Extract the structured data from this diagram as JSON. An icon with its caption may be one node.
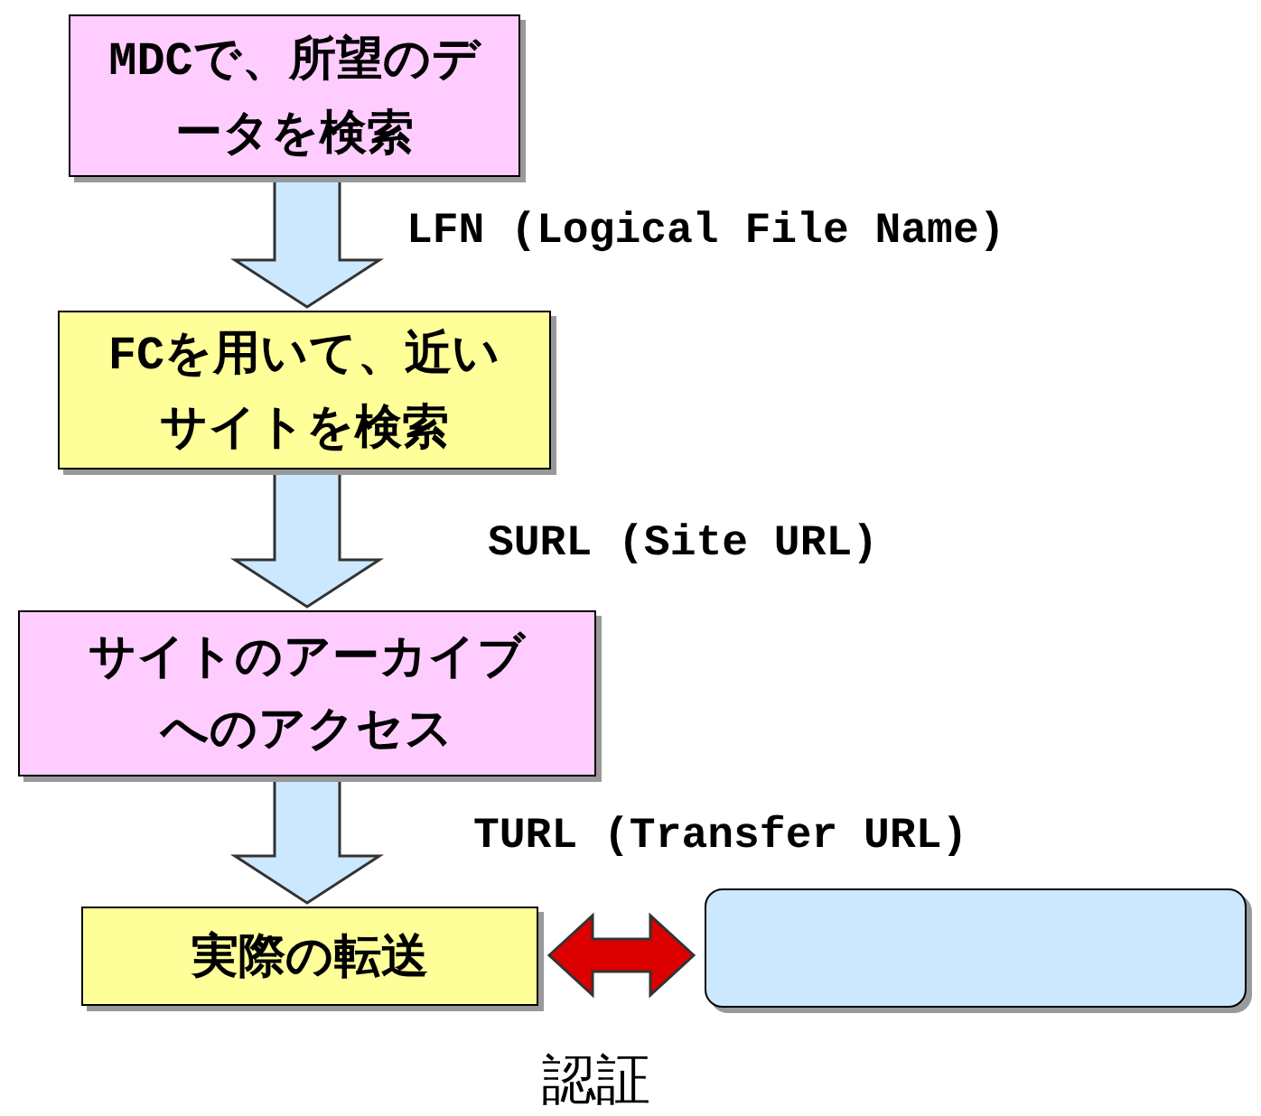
{
  "diagram": {
    "nodes": [
      {
        "text": [
          "MDCで、所望のデータを検索"
        ]
      },
      {
        "text": [
          "FCを用いて、近いサイトを検索"
        ]
      },
      {
        "text": [
          "サイトのアーカイブへのアクセス"
        ]
      },
      {
        "text": [
          "実際の転送"
        ]
      },
      {
        "text": [],
        "shape": "box"
      }
    ],
    "edges": [
      {
        "from": 0,
        "to": 1,
        "arrow": "to",
        "label": "LFN (Logical File Name)"
      },
      {
        "from": 1,
        "to": 2,
        "arrow": "to",
        "label": "SURL (Site URL)"
      },
      {
        "from": 2,
        "to": 3,
        "arrow": "to",
        "label": "TURL (Transfer URL)"
      },
      {
        "from": 3,
        "to": 4,
        "arrow": "both",
        "label": "認証",
        "color": "#dd0000"
      }
    ]
  }
}
